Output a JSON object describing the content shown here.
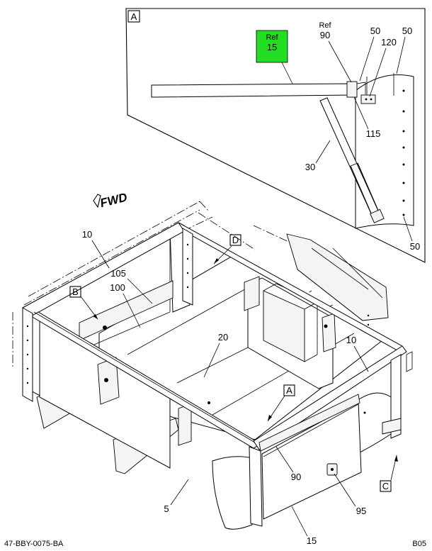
{
  "detail_box": {
    "label": "A",
    "callouts": {
      "ref15_top": "Ref",
      "ref15_bottom": "15",
      "ref90_top": "Ref",
      "ref90_bottom": "90",
      "c50a": "50",
      "c50b": "50",
      "c120": "120",
      "c115": "115",
      "c30": "30",
      "c50c": "50"
    },
    "highlight_color": "#22dd22"
  },
  "fwd_label": "FWD",
  "view_labels": {
    "d": "D",
    "b": "B",
    "a": "A",
    "c": "C"
  },
  "callouts": {
    "c10a": "10",
    "c105": "105",
    "c100": "100",
    "c20": "20",
    "c10b": "10",
    "c5": "5",
    "c90": "90",
    "c95": "95",
    "c15": "15"
  },
  "figure_id": "47-BBY-0075-BA",
  "sheet_id": "B05"
}
